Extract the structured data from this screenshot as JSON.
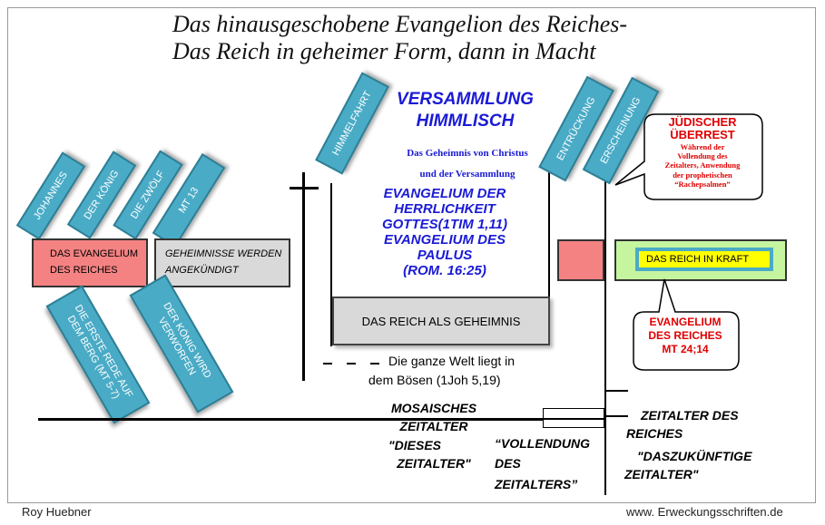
{
  "title": {
    "line1": "Das hinausgeschobene Evangelion des Reiches-",
    "line2": "Das Reich in geheimer Form, dann in Macht"
  },
  "left_tags": {
    "johannes": "JOHANNES",
    "der_koenig": "DER KÖNIG",
    "die_zwoelf": "DIE ZWÖLF",
    "mt13": "MT 13",
    "erste_rede": "DIE ERSTE REDE AUF DEM BERG (MT 5-7)",
    "koenig_verworfen": "DER KÖNIG WIRD VERWORFEN"
  },
  "boxes": {
    "evangelium_reiches": "DAS EVANGELIUM DES REICHES",
    "geheimnisse": "GEHEIMNISSE WERDEN ANGEKÜNDIGT",
    "reich_geheimnis": "DAS REICH ALS GEHEIMNIS",
    "reich_kraft": "DAS REICH IN KRAFT"
  },
  "center": {
    "himmelfahrt": "HIMMELFAHRT",
    "versammlung_line1": "VERSAMMLUNG",
    "versammlung_line2": "HIMMLISCH",
    "geheimnis_line1": "Das Geheimnis von Christus",
    "geheimnis_line2": "und der Versammlung",
    "ev_lines": [
      "EVANGELIUM DER",
      "HERRLICHKEIT",
      "GOTTES(1TIM  1,11)",
      "EVANGELIUM DES",
      "PAULUS",
      "(ROM.   16:25)"
    ],
    "welt_line1": "Die ganze Welt liegt in",
    "welt_line2": "dem Bösen (1Joh 5,19)"
  },
  "right_tags": {
    "entrueckung": "ENTRÜCKUNG",
    "erscheinung": "ERSCHEINUNG"
  },
  "juedisch": {
    "heading_line1": "JÜDISCHER",
    "heading_line2": "ÜBERREST",
    "text_lines": [
      "Während der",
      "Vollendung des",
      "Zeitalters, Anwendung",
      "der prophetischen",
      "“Rachepsalmen”"
    ]
  },
  "evangelium_reiches_bubble": [
    "EVANGELIUM",
    "DES REICHES",
    "MT 24;14"
  ],
  "eras": {
    "mosaisch": [
      "MOSAISCHES",
      "ZEITALTER",
      "\"DIESES",
      "ZEITALTER\""
    ],
    "vollendung": [
      "“VOLLENDUNG",
      "DES",
      "ZEITALTERS”"
    ],
    "reich": [
      "ZEITALTER DES",
      "REICHES"
    ],
    "zukuenftig": [
      "\"DASZUKÜNFTIGE",
      "ZEITALTER\""
    ]
  },
  "footer": {
    "author": "Roy Huebner",
    "website": "www. Erweckungsschriften.de"
  },
  "colors": {
    "tag_fill": "#4aabc6",
    "pink_fill": "#f48282",
    "gray_fill": "#d9d9d9",
    "green_fill": "#c6f5a0",
    "blue_text": "#1a1ad6",
    "red_text": "#e00000",
    "yellow_fill": "#ffff00"
  }
}
